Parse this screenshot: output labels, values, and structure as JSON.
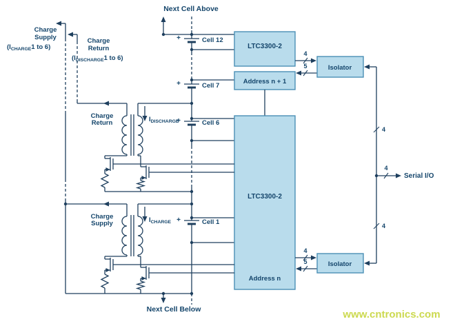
{
  "labels": {
    "next_cell_above": "Next Cell Above",
    "next_cell_below": "Next Cell Below",
    "serial_io": "Serial I/O",
    "plus": "+"
  },
  "charge_supply_group": {
    "line1": "Charge",
    "line2": "Supply",
    "cur_pre": "(I",
    "cur_sub": "CHARGE",
    "cur_post": "1 to 6)"
  },
  "charge_return_group": {
    "line1": "Charge",
    "line2": "Return",
    "cur_pre": "(I",
    "cur_sub": "DISCHARGE",
    "cur_post": "1 to 6)"
  },
  "cells": {
    "cell12": "Cell 12",
    "cell7": "Cell 7",
    "cell6": "Cell 6",
    "cell1": "Cell 1"
  },
  "ic_top": {
    "name": "LTC3300-2",
    "address": "Address n + 1"
  },
  "ic_main": {
    "name": "LTC3300-2",
    "address": "Address n"
  },
  "isolators": {
    "top": "Isolator",
    "bottom": "Isolator"
  },
  "bus": {
    "four": "4",
    "five": "5"
  },
  "balancer_top": {
    "line1": "Charge",
    "line2": "Return",
    "cur_pre": "I",
    "cur_sub": "DISCHARGE"
  },
  "balancer_bottom": {
    "line1": "Charge",
    "line2": "Supply",
    "cur_pre": "I",
    "cur_sub": "CHARGE"
  },
  "watermark": "www.cntronics.com",
  "colors": {
    "block_fill": "#b9dcec",
    "block_stroke": "#4a8fb5",
    "wire": "#1e3f5e",
    "text": "#14456b",
    "watermark": "#ccd94f"
  }
}
